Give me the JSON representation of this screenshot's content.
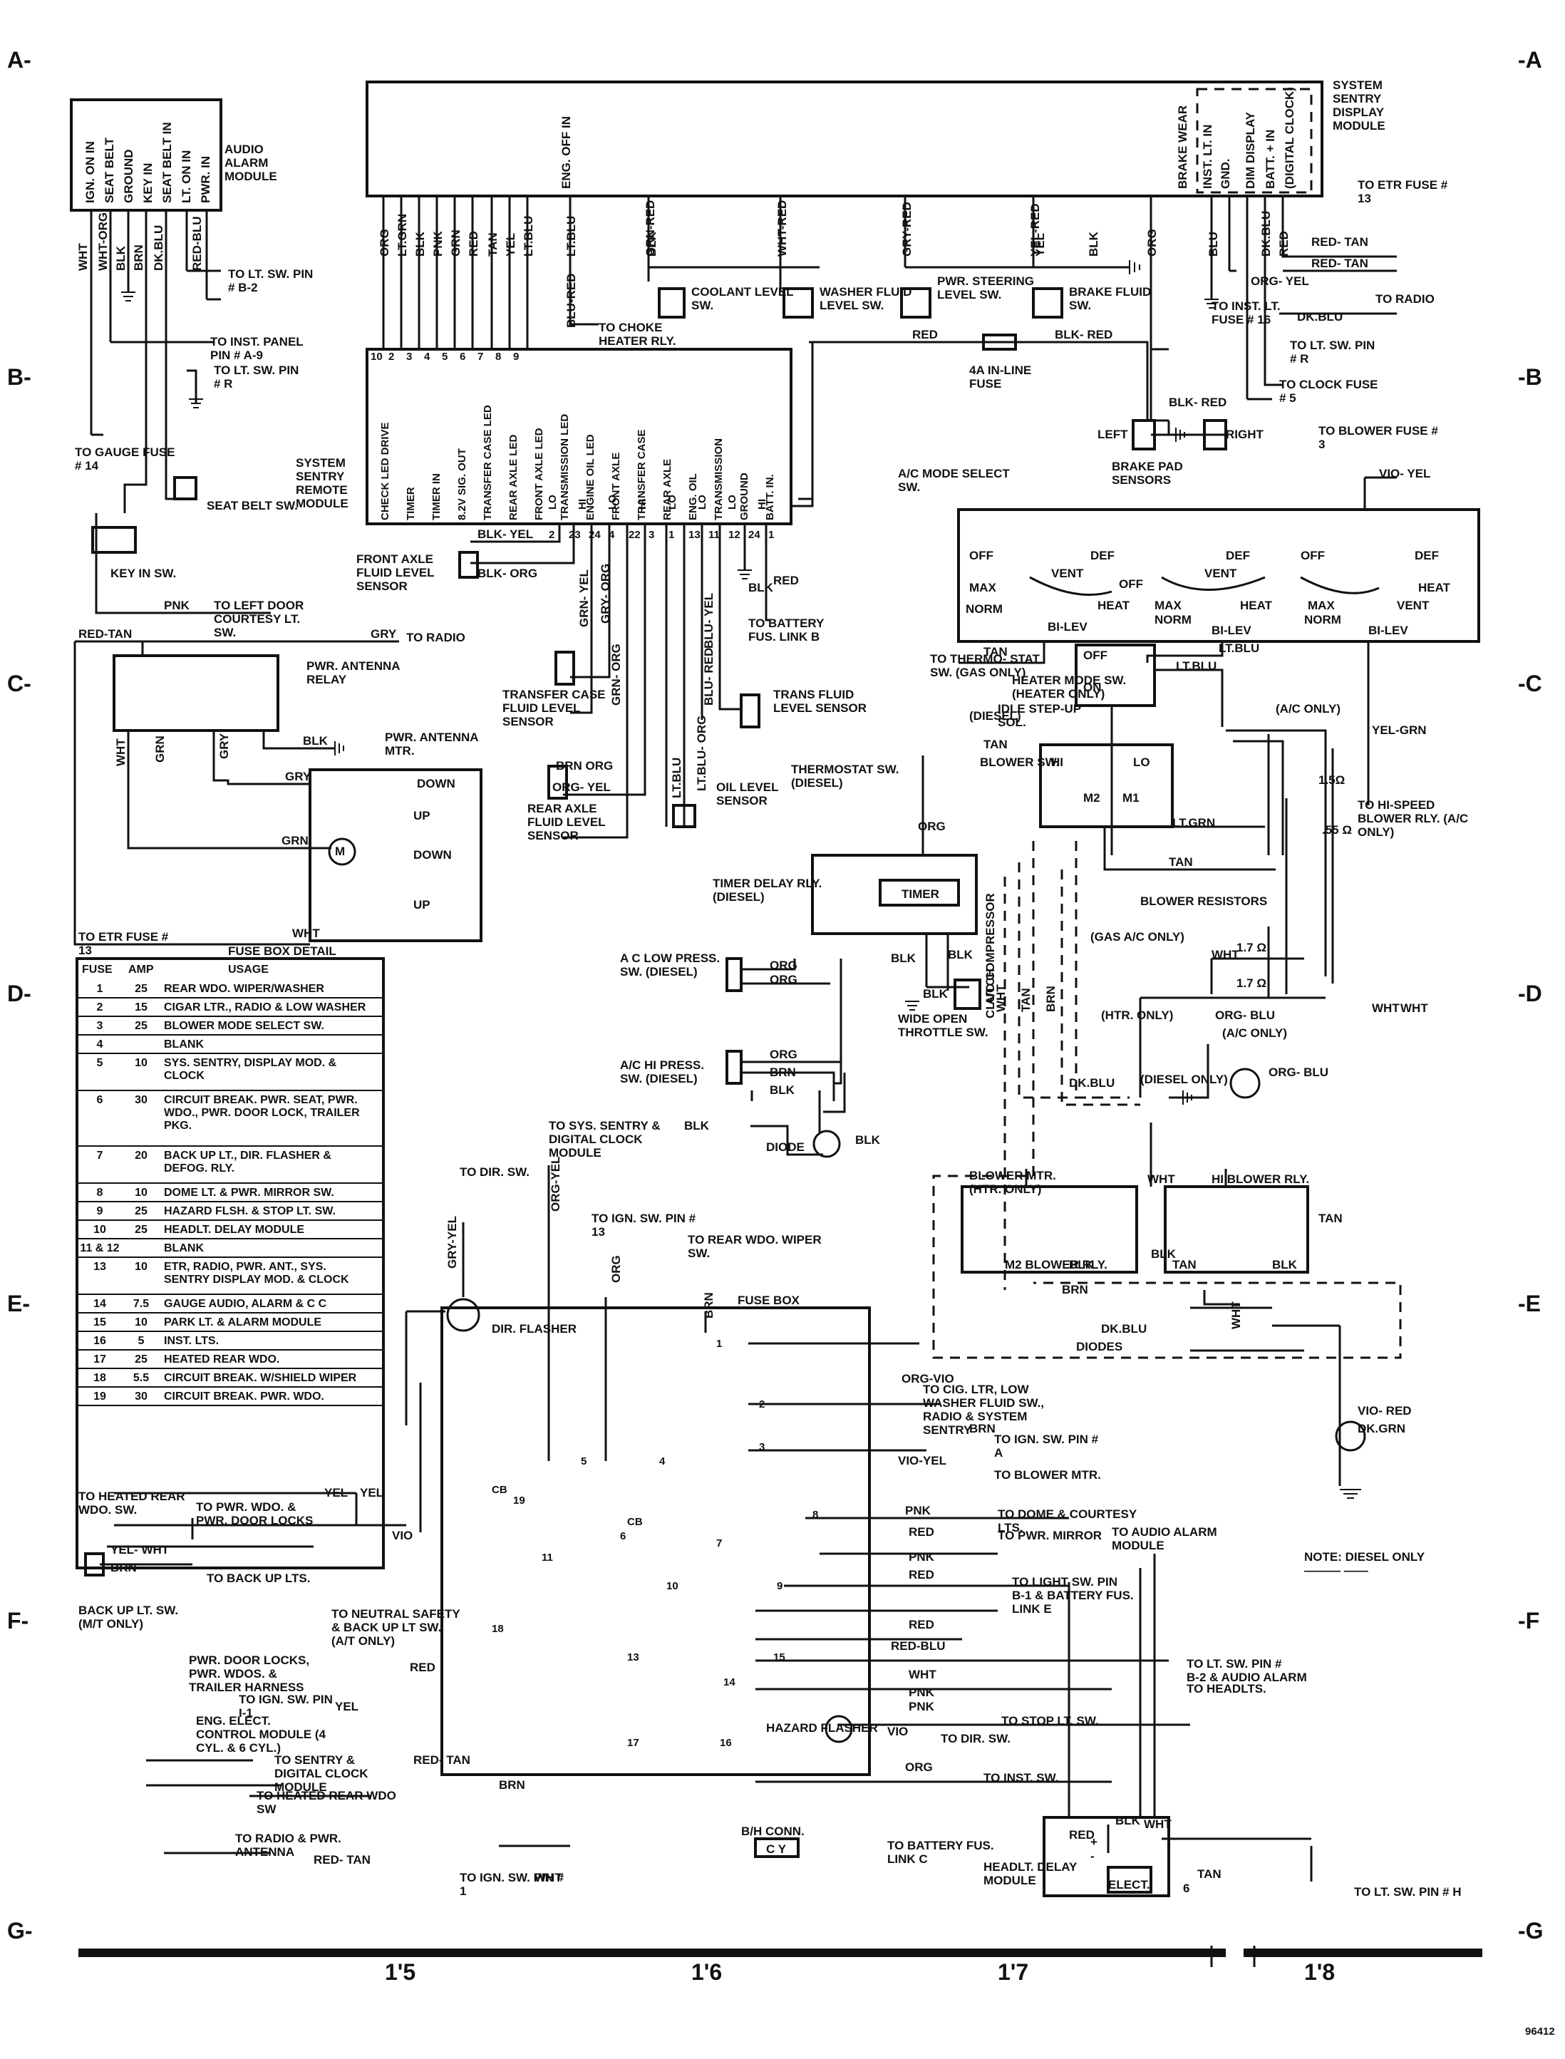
{
  "grid_letters": [
    "A-",
    "B-",
    "C-",
    "D-",
    "E-",
    "F-",
    "G-"
  ],
  "grid_letters_right": [
    "-A",
    "-B",
    "-C",
    "-D",
    "-E",
    "-F",
    "-G"
  ],
  "page_numbers": [
    "1'5",
    "1'6",
    "1'7",
    "1'8"
  ],
  "ref_number": "96412",
  "audio_alarm": {
    "title": "AUDIO ALARM MODULE",
    "pins": [
      "IGN. ON IN",
      "SEAT BELT",
      "GROUND",
      "KEY IN",
      "SEAT BELT IN",
      "LT. ON IN",
      "PWR. IN"
    ],
    "wires": [
      "WHT",
      "WHT-ORG",
      "BLK",
      "BRN",
      "DK.BLU",
      "RED-BLU"
    ],
    "labels": [
      "TO LT. SW. PIN # B-2",
      "TO INST. PANEL PIN # A-9",
      "TO LT. SW. PIN # R",
      "TO GAUGE FUSE # 14",
      "SEAT BELT SW.",
      "KEY IN SW."
    ]
  },
  "sentry_display": {
    "title": "SYSTEM SENTRY DISPLAY MODULE",
    "pins": [
      "ENG. OFF IN",
      "BRAKE WEAR",
      "INST. LT. IN",
      "GND.",
      "DIM DISPLAY",
      "BATT. + IN",
      "(DIGITAL CLOCK)"
    ],
    "wires": [
      "ORG",
      "LT.GRN",
      "BLK",
      "PNK",
      "GRN",
      "RED",
      "TAN",
      "YEL",
      "LT.BLU",
      "LT.BLU",
      "BLU-RED",
      "GRN-RED",
      "BLK",
      "WHT-RED",
      "GRY-RED",
      "YEL-RED",
      "YEL",
      "BLK",
      "ORG",
      "BLU",
      "DK.BLU",
      "RED"
    ],
    "labels": [
      "TO ETR FUSE # 13",
      "RED- TAN",
      "RED- TAN",
      "TO RADIO",
      "DK.BLU",
      "TO LT. SW. PIN # R",
      "TO CLOCK FUSE # 5",
      "TO INST. LT. FUSE # 16",
      "ORG- YEL",
      "TO CHOKE HEATER RLY.",
      "COOLANT LEVEL SW.",
      "WASHER FLUID LEVEL SW.",
      "PWR. STEERING LEVEL SW.",
      "BRAKE FLUID SW.",
      "4A IN-LINE FUSE",
      "RED",
      "BLK- RED",
      "BLK- RED",
      "LEFT",
      "RIGHT",
      "BRAKE PAD SENSORS"
    ]
  },
  "sentry_remote": {
    "title": "SYSTEM SENTRY REMOTE MODULE",
    "pins": [
      "CHECK LED DRIVE",
      "TIMER",
      "TIMER IN",
      "8.2V SIG. OUT",
      "TRANSFER CASE LED",
      "REAR AXLE LED",
      "FRONT AXLE LED",
      "TRANSMISSION LED",
      "ENGINE OIL LED",
      "FRONT AXLE",
      "TRANSFER CASE",
      "REAR AXLE",
      "ENG. OIL",
      "TRANSMISSION",
      "GROUND",
      "BATT. IN."
    ],
    "pin_numbers": [
      "10",
      "2",
      "3",
      "4",
      "5",
      "6",
      "7",
      "8",
      "9",
      "2",
      "23",
      "24",
      "4",
      "22",
      "3",
      "1",
      "13",
      "11",
      "12",
      "24",
      "1"
    ],
    "sub": [
      "LO",
      "HI",
      "LO",
      "HI",
      "LO",
      "LO",
      "LO",
      "HI"
    ],
    "labels": [
      "FRONT AXLE FLUID LEVEL SENSOR",
      "BLK- YEL",
      "BLK- ORG",
      "GRN- YEL",
      "GRY- ORG",
      "GRN- ORG",
      "BLU- YEL",
      "BLU- RED",
      "BLK",
      "RED",
      "TO BATTERY FUS. LINK B",
      "TRANSFER CASE FLUID LEVEL SENSOR",
      "TRANS FLUID LEVEL SENSOR",
      "BRN ORG",
      "ORG- YEL",
      "LT.BLU",
      "LT.BLU- ORG",
      "REAR AXLE FLUID LEVEL SENSOR",
      "OIL LEVEL SENSOR"
    ]
  },
  "antenna": {
    "labels": [
      "TO LEFT DOOR COURTESY LT. SW.",
      "PNK",
      "RED-TAN",
      "GRY",
      "TO RADIO",
      "PWR. ANTENNA RELAY",
      "BLK",
      "PWR. ANTENNA MTR.",
      "DOWN",
      "UP",
      "DOWN",
      "UP",
      "WHT",
      "GRN",
      "GRY",
      "GRY",
      "GRN",
      "WHT",
      "M",
      "TO ETR FUSE # 13"
    ]
  },
  "fuse_table": {
    "title": "FUSE BOX DETAIL",
    "headers": [
      "FUSE",
      "AMP",
      "USAGE"
    ],
    "rows": [
      [
        "1",
        "25",
        "REAR WDO. WIPER/WASHER"
      ],
      [
        "2",
        "15",
        "CIGAR LTR., RADIO & LOW WASHER"
      ],
      [
        "3",
        "25",
        "BLOWER MODE SELECT SW."
      ],
      [
        "4",
        "",
        "BLANK"
      ],
      [
        "5",
        "10",
        "SYS. SENTRY, DISPLAY MOD. & CLOCK"
      ],
      [
        "6",
        "30",
        "CIRCUIT BREAK. PWR. SEAT, PWR. WDO., PWR. DOOR LOCK, TRAILER PKG."
      ],
      [
        "7",
        "20",
        "BACK UP LT., DIR. FLASHER & DEFOG. RLY."
      ],
      [
        "8",
        "10",
        "DOME LT. & PWR. MIRROR SW."
      ],
      [
        "9",
        "25",
        "HAZARD FLSH. & STOP LT. SW."
      ],
      [
        "10",
        "25",
        "HEADLT. DELAY MODULE"
      ],
      [
        "11 & 12",
        "",
        "BLANK"
      ],
      [
        "13",
        "10",
        "ETR, RADIO, PWR. ANT., SYS. SENTRY DISPLAY MOD. & CLOCK"
      ],
      [
        "14",
        "7.5",
        "GAUGE AUDIO, ALARM & C C"
      ],
      [
        "15",
        "10",
        "PARK LT. & ALARM MODULE"
      ],
      [
        "16",
        "5",
        "INST. LTS."
      ],
      [
        "17",
        "25",
        "HEATED REAR WDO."
      ],
      [
        "18",
        "5.5",
        "CIRCUIT BREAK. W/SHIELD WIPER"
      ],
      [
        "19",
        "30",
        "CIRCUIT BREAK. PWR. WDO."
      ]
    ]
  },
  "ac": {
    "labels": [
      "A/C MODE SELECT SW.",
      "TO BLOWER FUSE # 3",
      "VIO- YEL",
      "OFF",
      "DEF",
      "VENT",
      "MAX",
      "NORM",
      "HEAT",
      "OFF",
      "DEF",
      "VENT",
      "MAX",
      "NORM",
      "HEAT",
      "OFF",
      "DEF",
      "VENT",
      "MAX",
      "NORM",
      "HEAT",
      "BI-LEV",
      "BI-LEV",
      "BI-LEV",
      "TAN",
      "LT.BLU",
      "TO THERMO- STAT SW. (GAS ONLY)",
      "HEATER MODE SW. (HEATER ONLY)",
      "(DIESEL)",
      "OFF",
      "ON",
      "LT.BLU",
      "(A/C ONLY)",
      "YEL-GRN",
      "TAN",
      "THERMOSTAT SW. (DIESEL)",
      "BLOWER SW.",
      "HI",
      "LO",
      "M2",
      "M1",
      "1.5Ω",
      "LT.GRN",
      ".55 Ω",
      "TAN",
      "TO HI-SPEED BLOWER RLY. (A/C ONLY)",
      "BLOWER RESISTORS",
      "(GAS A/C ONLY)",
      "WHT",
      "1.7 Ω",
      "1.7 Ω",
      "(HTR. ONLY)",
      "ORG- BLU",
      "(A/C ONLY)",
      "WHT",
      "WHT",
      "ORG",
      "TIMER DELAY RLY. (DIESEL)",
      "TIMER",
      "A C LOW PRESS. SW. (DIESEL)",
      "ORG",
      "ORG",
      "BLK",
      "BLK",
      "BLK",
      "WIDE OPEN THROTTLE SW.",
      "A/C HI PRESS. SW. (DIESEL)",
      "ORG",
      "BRN",
      "BLK",
      "BLK",
      "DIODE",
      "BLK",
      "A/C COMPRESSOR CLUTCH",
      "WHT",
      "TAN",
      "BRN",
      "DK.BLU",
      "(DIESEL ONLY)",
      "ORG- BLU",
      "BLOWER MTR. (HTR. ONLY)",
      "WHT",
      "HI BLOWER RLY.",
      "TAN",
      "M2 BLOWER RLY.",
      "BLK",
      "BLK",
      "TAN",
      "BLK",
      "BRN",
      "DK.BLU",
      "DIODES",
      "WHT",
      "VIO- RED",
      "DK.GRN",
      "IDLE STEP-UP SOL."
    ]
  },
  "fuse_box": {
    "title": "FUSE BOX",
    "fuse_nums": [
      "1",
      "2",
      "3",
      "4",
      "5",
      "7",
      "8",
      "9",
      "10",
      "11",
      "13",
      "14",
      "15",
      "16",
      "17",
      "18"
    ],
    "breakers": [
      "CB",
      "19",
      "CB",
      "6"
    ],
    "labels": [
      "TO SYS. SENTRY & DIGITAL CLOCK MODULE",
      "ORG-YEL",
      "TO IGN. SW. PIN # 13",
      "ORG",
      "TO REAR WDO. WIPER SW.",
      "BRN",
      "TO DIR. SW.",
      "GRY-YEL",
      "DIR. FLASHER",
      "ORG-VIO",
      "TO CIG. LTR, LOW WASHER FLUID SW., RADIO & SYSTEM SENTRY",
      "BRN",
      "TO IGN. SW. PIN # A",
      "VIO-YEL",
      "TO BLOWER MTR.",
      "PNK",
      "TO DOME & COURTESY LTS.",
      "RED",
      "TO PWR. MIRROR",
      "PNK",
      "RED",
      "TO LIGHT SW. PIN B-1 & BATTERY FUS. LINK E",
      "RED",
      "RED-BLU",
      "TO LT. SW. PIN # B-2 & AUDIO ALARM",
      "WHT",
      "TO HEADLTS.",
      "PNK",
      "PNK",
      "TO STOP LT. SW.",
      "VIO",
      "TO DIR. SW.",
      "HAZARD FLASHER",
      "ORG",
      "TO INST. SW.",
      "B/H CONN.",
      "C Y",
      "TO BATTERY FUS. LINK C",
      "TO AUDIO ALARM MODULE",
      "NOTE: DIESEL ONLY ——— ——",
      "HEADLT. DELAY MODULE",
      "ELECT.",
      "RED",
      "BLK",
      "WHT",
      "TAN",
      "6",
      "TO LT. SW. PIN # H",
      "+",
      "-",
      "TO HEATED REAR WDO. SW.",
      "TO PWR. WDO. & PWR. DOOR LOCKS",
      "YEL",
      "YEL",
      "VIO",
      "YEL- WHT",
      "BRN",
      "TO BACK UP LTS.",
      "BACK UP LT. SW. (M/T ONLY)",
      "TO NEUTRAL SAFETY & BACK UP LT SW. (A/T ONLY)",
      "PWR. DOOR LOCKS, PWR. WDOS. & TRAILER HARNESS",
      "RED",
      "TO IGN. SW. PIN I-1",
      "YEL",
      "ENG. ELECT. CONTROL MODULE (4 CYL. & 6 CYL.)",
      "TO SENTRY & DIGITAL CLOCK MODULE",
      "RED- TAN",
      "TO HEATED REAR WDO SW",
      "BRN",
      "TO RADIO & PWR. ANTENNA",
      "RED- TAN",
      "TO IGN. SW. PIN # 1",
      "WHT"
    ]
  }
}
